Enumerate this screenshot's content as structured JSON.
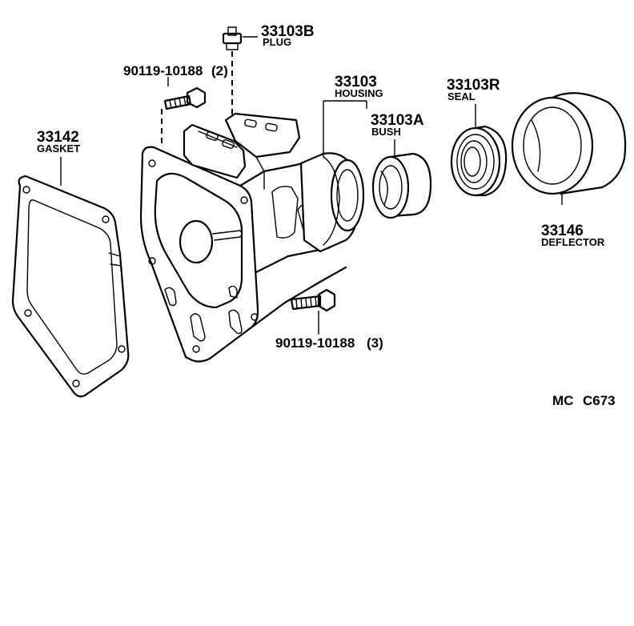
{
  "parts": {
    "plug": {
      "number": "33103B",
      "name": "PLUG"
    },
    "bolt_upper": {
      "number": "90119-10188",
      "qty": "(2)"
    },
    "housing": {
      "number": "33103",
      "name": "HOUSING"
    },
    "seal": {
      "number": "33103R",
      "name": "SEAL"
    },
    "bush": {
      "number": "33103A",
      "name": "BUSH"
    },
    "gasket": {
      "number": "33142",
      "name": "GASKET"
    },
    "deflector": {
      "number": "33146",
      "name": "DEFLECTOR"
    },
    "bolt_lower": {
      "number": "90119-10188",
      "qty": "(3)"
    }
  },
  "reference_code": {
    "prefix": "MC",
    "code": "C673"
  }
}
